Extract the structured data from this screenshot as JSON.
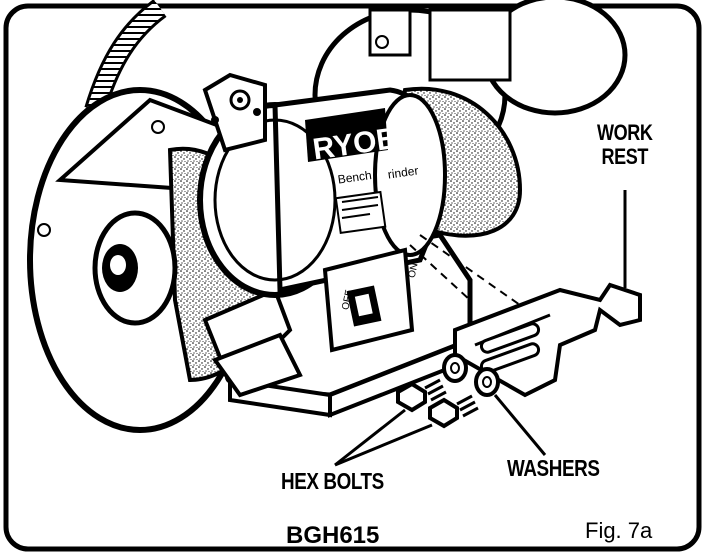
{
  "diagram": {
    "brand": "RYOBI",
    "product_label_left": "Bench",
    "product_label_right": "rinder",
    "switch_off": "OFF",
    "switch_on": "ON"
  },
  "callouts": {
    "work_rest_line1": "WORK",
    "work_rest_line2": "REST",
    "hex_bolts": "HEX BOLTS",
    "washers": "WASHERS"
  },
  "footer": {
    "model": "BGH615",
    "figure": "Fig. 7a"
  }
}
